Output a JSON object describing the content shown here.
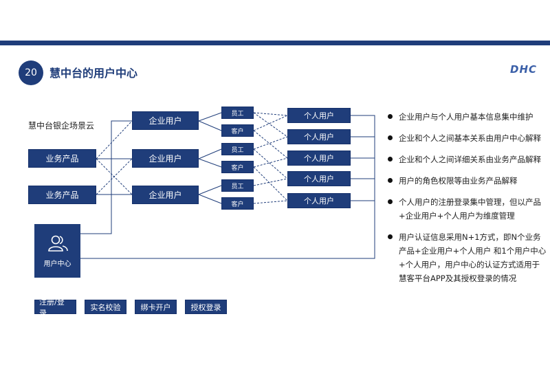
{
  "header": {
    "page_number": "20",
    "title": "慧中台的用户中心",
    "logo_text": "DHC"
  },
  "diagram": {
    "scene_label": "慧中台银企场景云",
    "business_products": [
      "业务产品",
      "业务产品"
    ],
    "enterprise_users": [
      "企业用户",
      "企业用户",
      "企业用户"
    ],
    "roles": [
      "员工",
      "客户",
      "员工",
      "客户",
      "员工",
      "客户"
    ],
    "personal_users": [
      "个人用户",
      "个人用户",
      "个人用户",
      "个人用户",
      "个人用户"
    ],
    "user_center": {
      "label": "用户中心",
      "icon": "users-icon"
    },
    "actions": [
      "注册/登录",
      "实名校验",
      "绑卡开户",
      "授权登录"
    ]
  },
  "bullets": [
    "企业用户与个人用户基本信息集中维护",
    "企业和个人之间基本关系由用户中心解释",
    "企业和个人之间详细关系由业务产品解释",
    "用户的角色权限等由业务产品解释",
    "个人用户的注册登录集中管理，但以产品+企业用户+个人用户为维度管理",
    "用户认证信息采用N+1方式，即N个业务产品+企业用户+个人用户 和1个用户中心+个人用户，用户中心的认证方式适用于慧客平台APP及其授权登录的情况"
  ],
  "colors": {
    "primary": "#1f3d7a",
    "line": "#1f3d7a"
  }
}
